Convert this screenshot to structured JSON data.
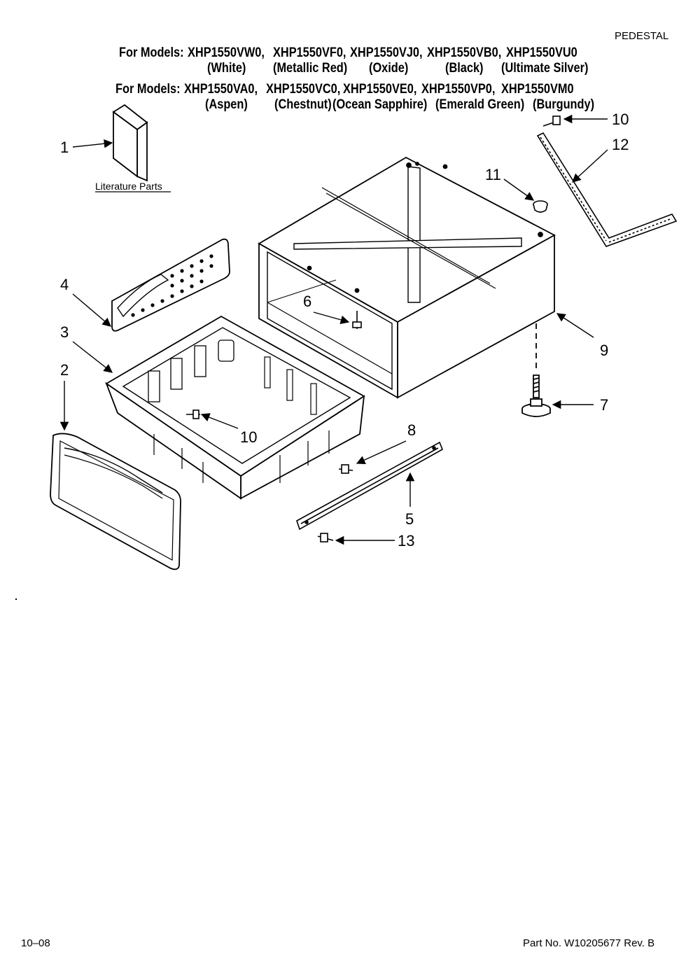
{
  "header": {
    "section_label": "PEDESTAL",
    "model_groups": [
      {
        "prefix": "For Models:",
        "models": [
          "XHP1550VW0,",
          "XHP1550VF0,",
          "XHP1550VJ0,",
          "XHP1550VB0,",
          "XHP1550VU0"
        ],
        "colors": [
          "(White)",
          "(Metallic Red)",
          "(Oxide)",
          "(Black)",
          "(Ultimate Silver)"
        ]
      },
      {
        "prefix": "For Models:",
        "models": [
          "XHP1550VA0,",
          "XHP1550VC0,",
          "XHP1550VE0,",
          "XHP1550VP0,",
          "XHP1550VM0"
        ],
        "colors": [
          "(Aspen)",
          "(Chestnut)",
          "(Ocean Sapphire)",
          "(Emerald Green)",
          "(Burgundy)"
        ]
      }
    ]
  },
  "literature_label": "Literature Parts",
  "callouts": {
    "c1": "1",
    "c2": "2",
    "c3": "3",
    "c4": "4",
    "c5": "5",
    "c6": "6",
    "c7": "7",
    "c8": "8",
    "c9": "9",
    "c10a": "10",
    "c10b": "10",
    "c11": "11",
    "c12": "12",
    "c13": "13"
  },
  "footer": {
    "date": "10–08",
    "part_number": "Part No. W10205677 Rev. B"
  }
}
